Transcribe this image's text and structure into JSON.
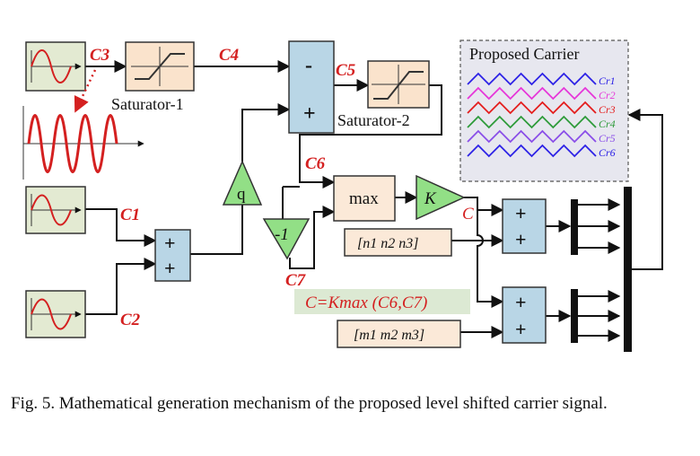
{
  "colors": {
    "label_red": "#d42020",
    "source_fill": "#e3ead2",
    "sat_fill": "#fae3cc",
    "sum_fill": "#b9d6e6",
    "gain_fill": "#92df86",
    "param_fill": "#fbe9d8",
    "eq_fill": "#dce9d3",
    "carrier_panel": "#e7e7ef",
    "carriers": [
      "#2d22e6",
      "#e636d9",
      "#e41d1d",
      "#2e9b3a",
      "#8a4ee8",
      "#2d22e6"
    ]
  },
  "icons": {
    "source": "sine-wave-icon",
    "saturator": "saturation-curve-icon",
    "sum": "sum-icon",
    "gain": "gain-triangle-icon",
    "mux": "mux-bar-icon"
  },
  "labels": {
    "c1": "C1",
    "c2": "C2",
    "c3": "C3",
    "c4": "C4",
    "c5": "C5",
    "c6": "C6",
    "c7": "C7",
    "c_out": "C"
  },
  "blocks": {
    "saturator1": "Saturator-1",
    "saturator2": "Saturator-2",
    "max": "max",
    "gain_k": "K",
    "gain_q": "q",
    "gain_neg1": "-1",
    "sum_top_minus": "-",
    "sum_top_plus": "+",
    "plus": "+",
    "n_vector": "[n1 n2 n3]",
    "m_vector": "[m1 m2 m3]"
  },
  "equation": "C=Kmax (C6,C7)",
  "carrier_panel": {
    "title": "Proposed Carrier",
    "legend": [
      "Cr1",
      "Cr2",
      "Cr3",
      "Cr4",
      "Cr5",
      "Cr6"
    ]
  },
  "caption": "Fig. 5. Mathematical generation mechanism of the proposed level shifted carrier signal."
}
